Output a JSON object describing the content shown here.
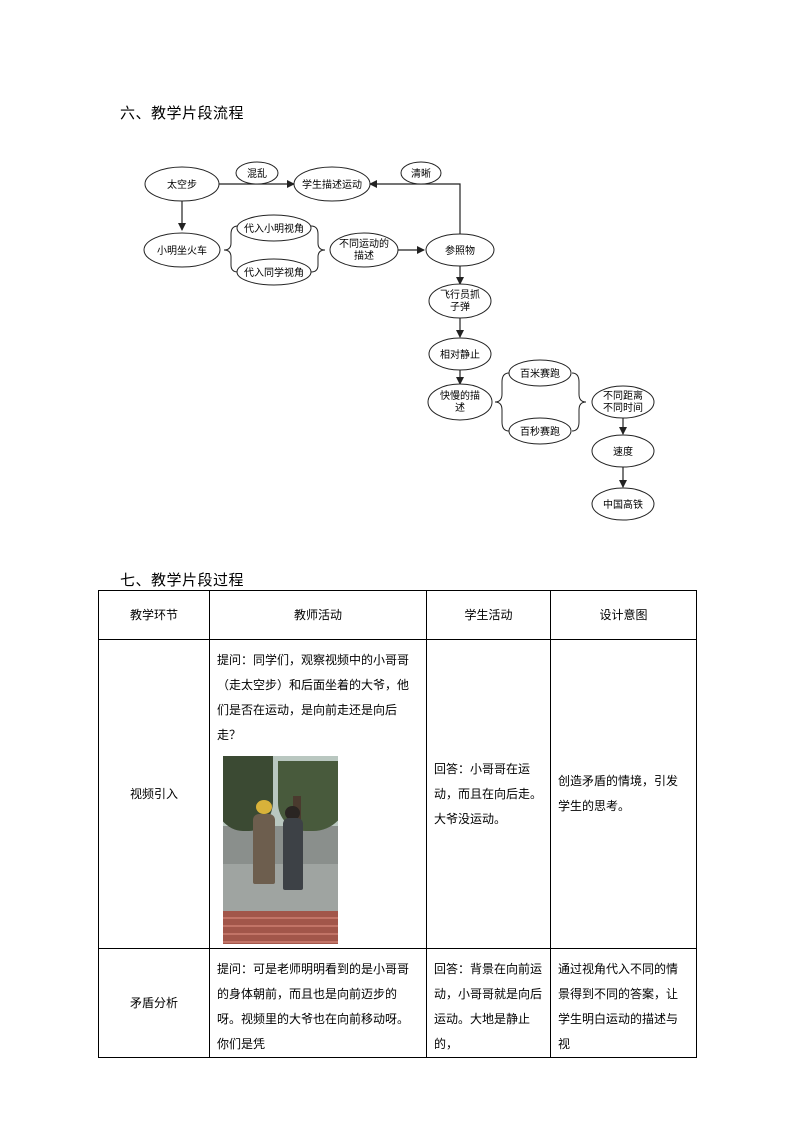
{
  "section6": {
    "title": "六、教学片段流程"
  },
  "flow": {
    "nodes": {
      "taikongbu": "太空步",
      "hunluan": "混乱",
      "xuesheng": "学生描述运动",
      "qingxi": "清晰",
      "xiaoming": "小明坐火车",
      "dairu_xm": "代入小明视角",
      "dairu_tx": "代入同学视角",
      "butong_1": "不同运动的",
      "butong_2": "描述",
      "canzhao": "参照物",
      "feixing_1": "飞行员抓",
      "feixing_2": "子弹",
      "xiangdui": "相对静止",
      "kuaiman_1": "快慢的描",
      "kuaiman_2": "述",
      "baimi": "百米赛跑",
      "baimiao": "百秒赛跑",
      "juli_1": "不同距离",
      "juli_2": "不同时间",
      "sudu": "速度",
      "gaotie": "中国高铁"
    }
  },
  "section7": {
    "title": "七、教学片段过程"
  },
  "table": {
    "headers": [
      "教学环节",
      "教师活动",
      "学生活动",
      "设计意图"
    ],
    "rows": [
      {
        "stage": "视频引入",
        "teacher": "提问：同学们，观察视频中的小哥哥（走太空步）和后面坐着的大爷，他们是否在运动，是向前走还是向后走？",
        "student": "回答：小哥哥在运动，而且在向后走。大爷没运动。",
        "intent": "创造矛盾的情境，引发学生的思考。"
      },
      {
        "stage": "矛盾分析",
        "teacher": "提问：可是老师明明看到的是小哥哥的身体朝前，而且也是向前迈步的呀。视频里的大爷也在向前移动呀。你们是凭",
        "student": "回答：背景在向前运动，小哥哥就是向后运动。大地是静止的，",
        "intent": "通过视角代入不同的情景得到不同的答案，让学生明白运动的描述与视"
      }
    ]
  }
}
